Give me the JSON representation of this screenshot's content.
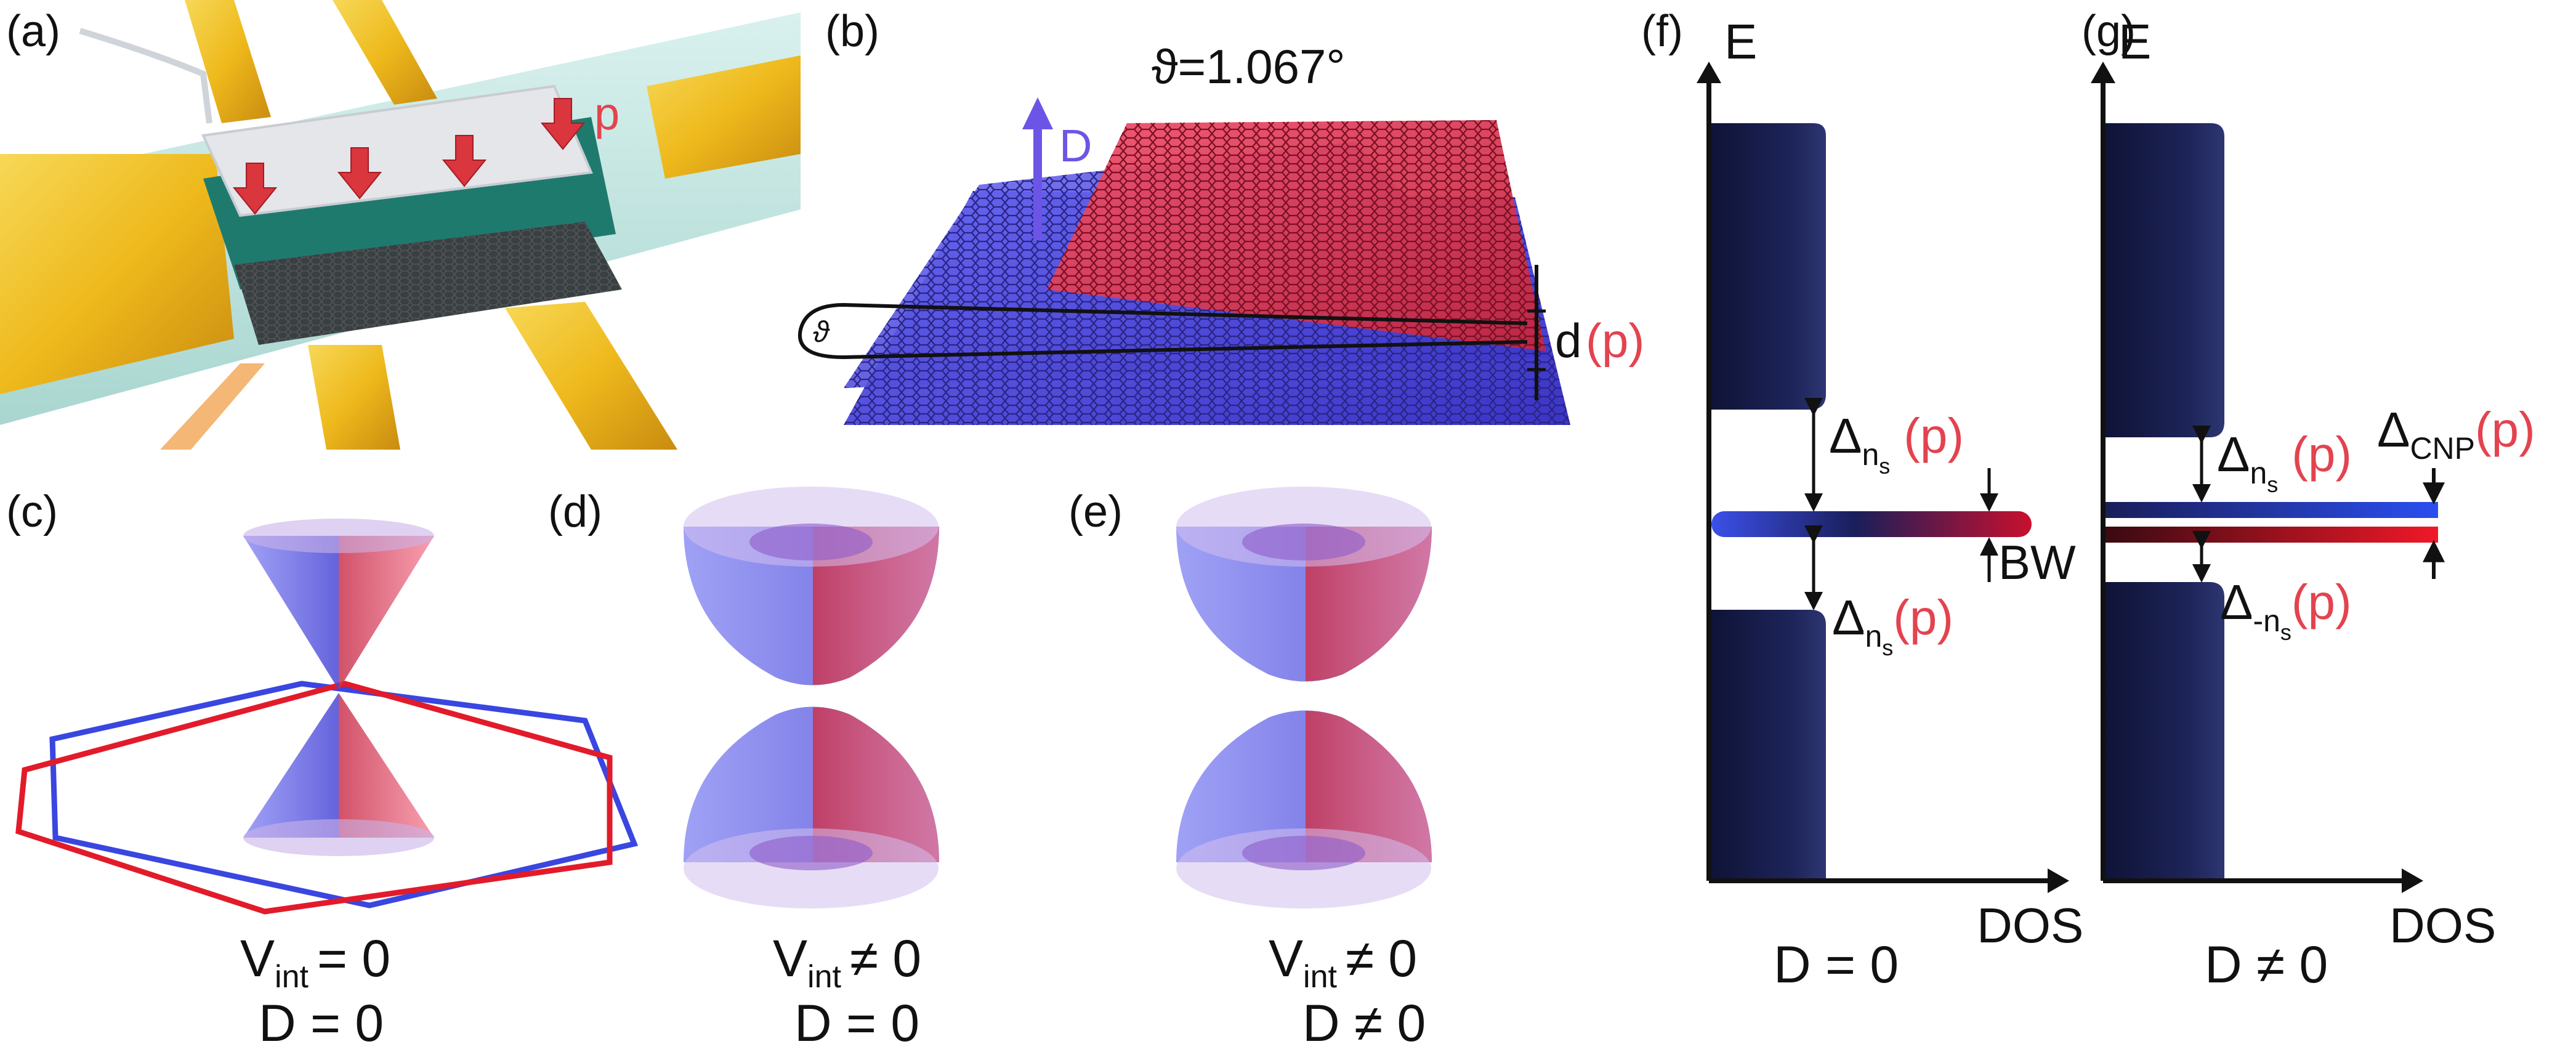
{
  "panels": {
    "a": {
      "label": "(a)",
      "pressure": "p"
    },
    "b": {
      "label": "(b)",
      "angle": "ϑ=1.067°",
      "field": "D",
      "angle_symbol": "ϑ",
      "distance": "d",
      "pressure": "(p)"
    },
    "c": {
      "label": "(c)",
      "v_main": "V",
      "v_sub": "int",
      "v_rel": "= 0",
      "d_line": "D = 0"
    },
    "d": {
      "label": "(d)",
      "v_main": "V",
      "v_sub": "int",
      "v_rel": "≠ 0",
      "d_line": "D = 0"
    },
    "e": {
      "label": "(e)",
      "v_main": "V",
      "v_sub": "int",
      "v_rel": "≠ 0",
      "d_line": "D ≠ 0"
    },
    "f": {
      "label": "(f)",
      "y_axis": "E",
      "x_axis": "DOS",
      "condition": "D = 0",
      "gap_symbol": "Δ",
      "gap_upper_sub": "n",
      "gap_upper_subsub": "s",
      "gap_lower_sub": "n",
      "gap_lower_subsub": "s",
      "pressure": "(p)",
      "bandwidth": "BW"
    },
    "g": {
      "label": "(g)",
      "y_axis": "E",
      "x_axis": "DOS",
      "condition": "D ≠ 0",
      "gap_symbol": "Δ",
      "gap_upper_sub": "n",
      "gap_upper_subsub": "s",
      "gap_lower_sub": "-n",
      "gap_lower_subsub": "s",
      "cnp_sub": "CNP",
      "pressure": "(p)"
    }
  },
  "colors": {
    "blue": "#5a57e0",
    "red": "#e8435a",
    "label_red": "#e3434f",
    "navy": "#1c2152",
    "gold": "#f0c22a",
    "teal": "#1f7a6e",
    "ink": "#111111"
  }
}
